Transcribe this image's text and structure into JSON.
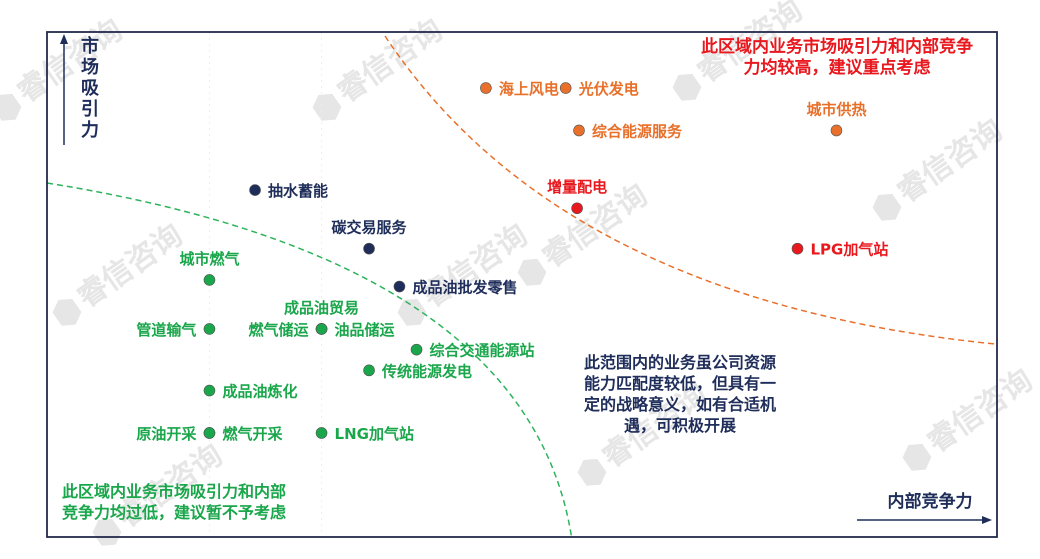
{
  "chart_data": {
    "type": "scatter",
    "xlabel": "内部竞争力",
    "ylabel": "市场吸引力",
    "xlim": [
      0,
      100
    ],
    "ylim": [
      0,
      100
    ],
    "grid": true,
    "colors": {
      "green": "#1aa64b",
      "navy": "#1f2d5a",
      "orange": "#e8702a",
      "red": "#e8181e",
      "green_line": "#2db35c",
      "orange_line": "#e8702a",
      "frame": "#222a4a",
      "watermark": "#e6e6e6"
    },
    "points": [
      {
        "label": "海上风电",
        "x": 46.2,
        "y": 88.9,
        "color": "orange",
        "label_side": "right"
      },
      {
        "label": "光伏发电",
        "x": 54.6,
        "y": 88.9,
        "color": "orange",
        "label_side": "right"
      },
      {
        "label": "综合能源服务",
        "x": 56.0,
        "y": 80.5,
        "color": "orange",
        "label_side": "right"
      },
      {
        "label": "城市供热",
        "x": 83.1,
        "y": 80.5,
        "color": "orange",
        "label_side": "above"
      },
      {
        "label": "增量配电",
        "x": 55.8,
        "y": 65.1,
        "color": "red",
        "label_side": "above"
      },
      {
        "label": "LPG加气站",
        "x": 79.0,
        "y": 57.1,
        "color": "red",
        "label_side": "right"
      },
      {
        "label": "抽水蓄能",
        "x": 21.9,
        "y": 68.7,
        "color": "navy",
        "label_side": "right"
      },
      {
        "label": "碳交易服务",
        "x": 33.9,
        "y": 57.1,
        "color": "navy",
        "label_side": "above"
      },
      {
        "label": "成品油批发零售",
        "x": 37.1,
        "y": 49.6,
        "color": "navy",
        "label_side": "right"
      },
      {
        "label": "城市燃气",
        "x": 17.1,
        "y": 50.9,
        "color": "green",
        "label_side": "above"
      },
      {
        "label": "成品油贸易",
        "x": 28.9,
        "y": 41.2,
        "color": "green",
        "label_side": "above"
      },
      {
        "label": "管道输气",
        "x": 17.1,
        "y": 41.2,
        "color": "green",
        "label_side": "left"
      },
      {
        "label": "燃气储运",
        "x": 28.9,
        "y": 41.2,
        "color": "green",
        "label_side": "left"
      },
      {
        "label": "油品储运",
        "x": 28.9,
        "y": 41.2,
        "color": "green",
        "label_side": "right"
      },
      {
        "label": "综合交通能源站",
        "x": 38.9,
        "y": 37.1,
        "color": "green",
        "label_side": "right"
      },
      {
        "label": "传统能源发电",
        "x": 33.9,
        "y": 33.0,
        "color": "green",
        "label_side": "right"
      },
      {
        "label": "成品油炼化",
        "x": 17.1,
        "y": 29.0,
        "color": "green",
        "label_side": "right"
      },
      {
        "label": "原油开采",
        "x": 17.1,
        "y": 20.6,
        "color": "green",
        "label_side": "left"
      },
      {
        "label": "燃气开采",
        "x": 17.1,
        "y": 20.6,
        "color": "green",
        "label_side": "right"
      },
      {
        "label": "LNG加气站",
        "x": 28.9,
        "y": 20.6,
        "color": "green",
        "label_side": "right"
      }
    ],
    "annotations": [
      {
        "lines": [
          "此区域内业务市场吸引力和内部竞争",
          "力均较高，建议重点考虑"
        ],
        "color": "red"
      },
      {
        "lines": [
          "此范围内的业务虽公司资源",
          "能力匹配度较低，但具有一",
          "定的战略意义，如有合适机",
          "遇，可积极开展"
        ],
        "color": "navy"
      },
      {
        "lines": [
          "此区域内业务市场吸引力和内部",
          "竞争力均过低，建议暂不予考虑"
        ],
        "color": "green"
      }
    ]
  },
  "watermark_text": "睿信咨询"
}
